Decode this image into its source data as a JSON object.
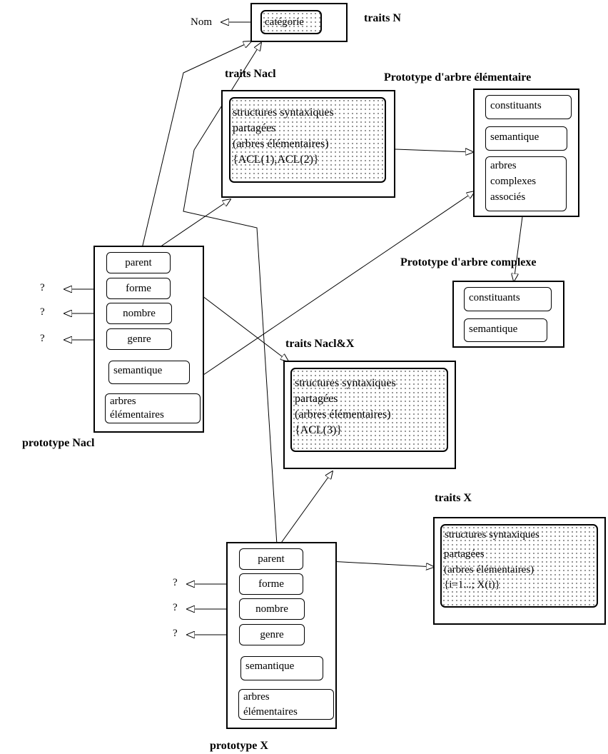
{
  "diagram": {
    "traits_n": {
      "title": "traits N",
      "slot": "catégorie",
      "outside_label": "Nom"
    },
    "traits_nacl": {
      "title": "traits Nacl",
      "lines": [
        "structures syntaxiques",
        "partagées",
        "(arbres élémentaires)",
        "{ACL(1),ACL(2)}"
      ]
    },
    "proto_arbre_elem": {
      "title": "Prototype d'arbre élémentaire",
      "slots": [
        "constituants",
        "semantique",
        "arbres",
        "complexes",
        "associés"
      ]
    },
    "proto_arbre_complexe": {
      "title": "Prototype d'arbre complexe",
      "slots": [
        "constituants",
        "semantique"
      ]
    },
    "prototype_nacl": {
      "title": "prototype Nacl",
      "slots": [
        "parent",
        "forme",
        "nombre",
        "genre",
        "semantique",
        "arbres",
        "élémentaires"
      ],
      "question_marks": [
        "?",
        "?",
        "?"
      ]
    },
    "traits_nacl_x": {
      "title": "traits Nacl&X",
      "lines": [
        "structures syntaxiques",
        "partagées",
        "(arbres élémentaires)",
        "{ACL(3)}"
      ]
    },
    "traits_x": {
      "title": "traits X",
      "lines": [
        "structures syntaxiques",
        "partagées",
        "(arbres élémentaires)",
        "{i=1...; X(i)}"
      ]
    },
    "prototype_x": {
      "title": "prototype X",
      "slots": [
        "parent",
        "forme",
        "nombre",
        "genre",
        "semantique",
        "arbres",
        "élémentaires"
      ],
      "question_marks": [
        "?",
        "?",
        "?"
      ]
    }
  }
}
